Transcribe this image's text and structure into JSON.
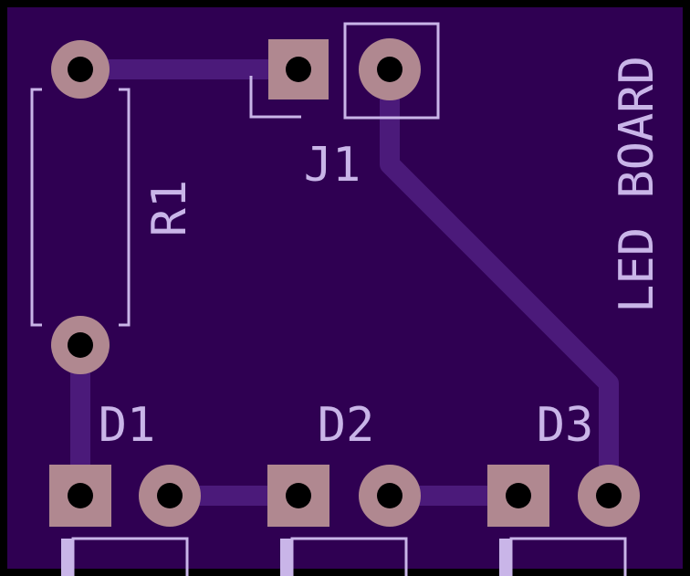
{
  "board": {
    "title": "LED BOARD",
    "colors": {
      "board": "#2f0052",
      "outline": "#000000",
      "trace": "#4b1a7a",
      "pad": "#b08890",
      "drill": "#000000",
      "silkscreen": "#c9b5e8"
    }
  },
  "components": {
    "r1": {
      "ref": "R1"
    },
    "j1": {
      "ref": "J1"
    },
    "d1": {
      "ref": "D1"
    },
    "d2": {
      "ref": "D2"
    },
    "d3": {
      "ref": "D3"
    }
  }
}
